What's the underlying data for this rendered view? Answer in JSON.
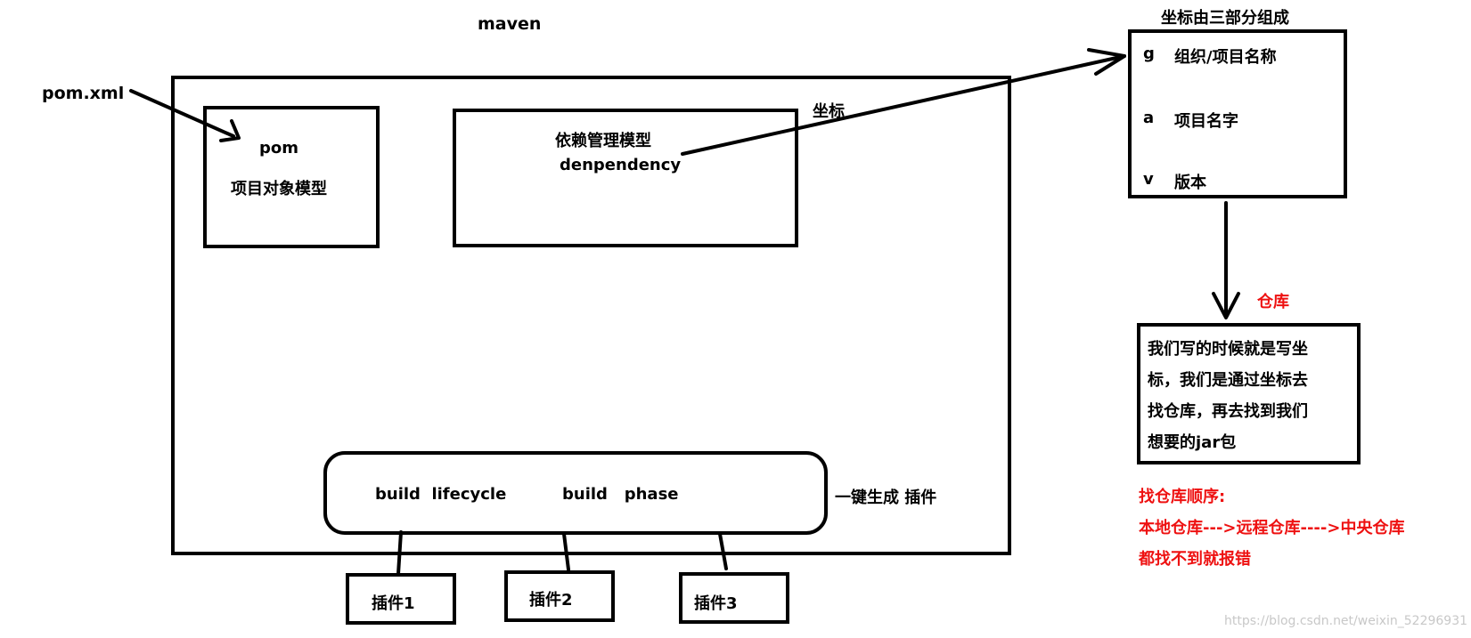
{
  "title": "maven",
  "pom_label": "pom.xml",
  "pom_box": {
    "line1": "pom",
    "line2": "项目对象模型"
  },
  "dependency_box": {
    "line1": "依赖管理模型",
    "line2": "denpendency"
  },
  "coordinate_label": "坐标",
  "coordinate_panel": {
    "title": "坐标由三部分组成",
    "rows": [
      {
        "key": "g",
        "text": "组织/项目名称"
      },
      {
        "key": "a",
        "text": "项目名字"
      },
      {
        "key": "v",
        "text": "版本"
      }
    ]
  },
  "repository_label": "仓库",
  "note_box": {
    "lines": [
      "我们写的时候就是写坐",
      "标，我们是通过坐标去",
      "找仓库，再去找到我们",
      "想要的jar包"
    ]
  },
  "search_order": {
    "title": "找仓库顺序:",
    "line1": "本地仓库--->远程仓库---->中央仓库",
    "line2": "都找不到就报错"
  },
  "build_box": {
    "lifecycle": "build  lifecycle",
    "phase": "build   phase"
  },
  "build_side_label": "一键生成 插件",
  "plugins": [
    "插件1",
    "插件2",
    "插件3"
  ],
  "watermark": "https://blog.csdn.net/weixin_52296931",
  "colors": {
    "ink": "#000000",
    "accent_red": "#ee1111",
    "background": "#ffffff"
  }
}
